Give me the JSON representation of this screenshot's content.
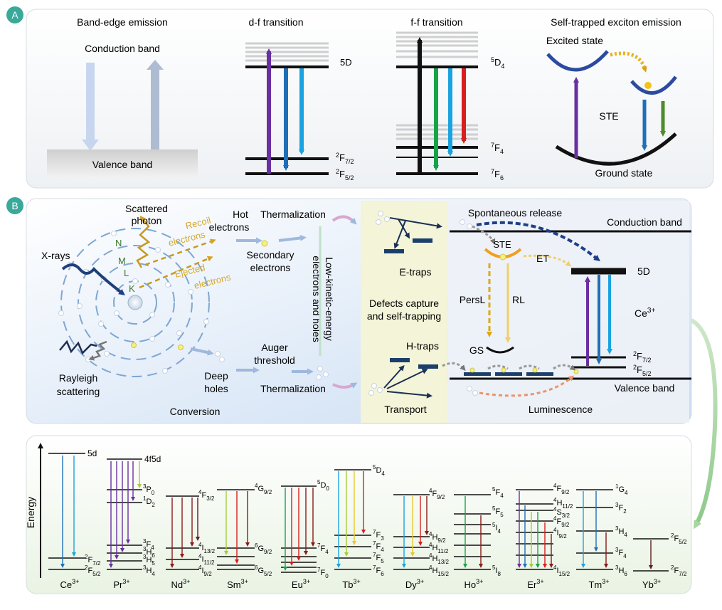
{
  "panel_a": {
    "badge": "A",
    "band_edge": {
      "title": "Band-edge emission",
      "conduction": "Conduction band",
      "valence": "Valence band"
    },
    "df": {
      "title": "d-f transition",
      "level_5d": "5D",
      "f72_main": "F",
      "f72_sup": "2",
      "f72_sub": "7/2",
      "f52_main": "F",
      "f52_sup": "2",
      "f52_sub": "5/2"
    },
    "ff": {
      "title": "f-f transition",
      "d4_main": "D",
      "d4_sup": "5",
      "d4_sub": "4",
      "f4_main": "F",
      "f4_sup": "7",
      "f4_sub": "4",
      "f6_main": "F",
      "f6_sup": "7",
      "f6_sub": "6"
    },
    "ste": {
      "title": "Self-trapped exciton emission",
      "excited": "Excited state",
      "ste": "STE",
      "ground": "Ground state"
    }
  },
  "panel_b": {
    "badge": "B",
    "xrays": "X-rays",
    "scattered_1": "Scattered",
    "scattered_2": "photon",
    "shell_n": "N",
    "shell_m": "M",
    "shell_l": "L",
    "shell_k": "K",
    "recoil_1": "Recoil",
    "recoil_2": "electrons",
    "ejected_1": "Ejected",
    "ejected_2": "electrons",
    "hot_1": "Hot",
    "hot_2": "electrons",
    "thermalization_top": "Thermalization",
    "secondary_1": "Secondary",
    "secondary_2": "electrons",
    "lowkin_1": "Low-kinetic-energy",
    "lowkin_2": "electrons and holes",
    "rayleigh_1": "Rayleigh",
    "rayleigh_2": "scattering",
    "deep_1": "Deep",
    "deep_2": "holes",
    "auger_1": "Auger",
    "auger_2": "threshold",
    "thermalization_bottom": "Thermalization",
    "conversion": "Conversion",
    "etraps": "E-traps",
    "defects_1": "Defects capture",
    "defects_2": "and self-trapping",
    "htraps": "H-traps",
    "transport": "Transport",
    "spontaneous": "Spontaneous release",
    "conduction": "Conduction band",
    "ste": "STE",
    "et": "ET",
    "persl": "PersL",
    "rl": "RL",
    "gs": "GS",
    "level_5d": "5D",
    "ce": "Ce",
    "ce_sup": "3+",
    "f72_main": "F",
    "f72_sup": "2",
    "f72_sub": "7/2",
    "f52_main": "F",
    "f52_sup": "2",
    "f52_sub": "5/2",
    "valence": "Valence band",
    "luminescence": "Luminescence"
  },
  "panel_c": {
    "axis_label": "Energy",
    "ions": [
      {
        "name": "Ce",
        "charge": "3+"
      },
      {
        "name": "Pr",
        "charge": "3+"
      },
      {
        "name": "Nd",
        "charge": "3+"
      },
      {
        "name": "Sm",
        "charge": "3+"
      },
      {
        "name": "Eu",
        "charge": "3+"
      },
      {
        "name": "Tb",
        "charge": "3+"
      },
      {
        "name": "Dy",
        "charge": "3+"
      },
      {
        "name": "Ho",
        "charge": "3+"
      },
      {
        "name": "Er",
        "charge": "3+"
      },
      {
        "name": "Tm",
        "charge": "3+"
      },
      {
        "name": "Yb",
        "charge": "3+"
      }
    ],
    "labels": {
      "ce_5d": "5d",
      "ce_f72": {
        "sup": "2",
        "main": "F",
        "sub": "7/2"
      },
      "ce_f52": {
        "sup": "2",
        "main": "F",
        "sub": "5/2"
      },
      "pr_4f5d": "4f5d",
      "pr_p0": {
        "sup": "3",
        "main": "P",
        "sub": "0"
      },
      "pr_d2": {
        "sup": "1",
        "main": "D",
        "sub": "2"
      },
      "pr_f4": {
        "sup": "3",
        "main": "F",
        "sub": "4"
      },
      "pr_h6": {
        "sup": "3",
        "main": "H",
        "sub": "6"
      },
      "pr_h5": {
        "sup": "3",
        "main": "H",
        "sub": "5"
      },
      "pr_h4": {
        "sup": "3",
        "main": "H",
        "sub": "4"
      },
      "nd_f32": {
        "sup": "4",
        "main": "F",
        "sub": "3/2"
      },
      "nd_i132": {
        "sup": "4",
        "main": "I",
        "sub": "13/2"
      },
      "nd_i112": {
        "sup": "4",
        "main": "I",
        "sub": "11/2"
      },
      "nd_i92": {
        "sup": "4",
        "main": "I",
        "sub": "9/2"
      },
      "sm_g92": {
        "sup": "4",
        "main": "G",
        "sub": "9/2"
      },
      "sm_g92b": {
        "sup": "6",
        "main": "G",
        "sub": "9/2"
      },
      "sm_g52": {
        "sup": "6",
        "main": "G",
        "sub": "5/2"
      },
      "eu_d0": {
        "sup": "5",
        "main": "D",
        "sub": "0"
      },
      "eu_f4": {
        "sup": "7",
        "main": "F",
        "sub": "4"
      },
      "eu_f0": {
        "sup": "7",
        "main": "F",
        "sub": "0"
      },
      "tb_d4": {
        "sup": "5",
        "main": "D",
        "sub": "4"
      },
      "tb_f3": {
        "sup": "7",
        "main": "F",
        "sub": "3"
      },
      "tb_f4": {
        "sup": "7",
        "main": "F",
        "sub": "4"
      },
      "tb_f5": {
        "sup": "7",
        "main": "F",
        "sub": "5"
      },
      "tb_f6": {
        "sup": "7",
        "main": "F",
        "sub": "6"
      },
      "dy_f92": {
        "sup": "4",
        "main": "F",
        "sub": "9/2"
      },
      "dy_h92": {
        "sup": "4",
        "main": "H",
        "sub": "9/2"
      },
      "dy_h112": {
        "sup": "4",
        "main": "H",
        "sub": "11/2"
      },
      "dy_h132": {
        "sup": "4",
        "main": "H",
        "sub": "13/2"
      },
      "dy_h152": {
        "sup": "4",
        "main": "H",
        "sub": "15/2"
      },
      "ho_f4": {
        "sup": "5",
        "main": "F",
        "sub": "4"
      },
      "ho_f5": {
        "sup": "5",
        "main": "F",
        "sub": "5"
      },
      "ho_i4": {
        "sup": "5",
        "main": "I",
        "sub": "4"
      },
      "ho_i8": {
        "sup": "5",
        "main": "I",
        "sub": "8"
      },
      "er_f92": {
        "sup": "4",
        "main": "F",
        "sub": "9/2"
      },
      "er_h112": {
        "sup": "4",
        "main": "H",
        "sub": "11/2"
      },
      "er_s32": {
        "sup": "4",
        "main": "S",
        "sub": "3/2"
      },
      "er_f92b": {
        "sup": "4",
        "main": "F",
        "sub": "9/2"
      },
      "er_i92": {
        "sup": "4",
        "main": "I",
        "sub": "9/2"
      },
      "er_i152": {
        "sup": "4",
        "main": "I",
        "sub": "15/2"
      },
      "tm_g4": {
        "sup": "1",
        "main": "G",
        "sub": "4"
      },
      "tm_f2": {
        "sup": "3",
        "main": "F",
        "sub": "2"
      },
      "tm_h4": {
        "sup": "3",
        "main": "H",
        "sub": "4"
      },
      "tm_f4": {
        "sup": "3",
        "main": "F",
        "sub": "4"
      },
      "tm_h6": {
        "sup": "3",
        "main": "H",
        "sub": "6"
      },
      "yb_f52": {
        "sup": "2",
        "main": "F",
        "sub": "5/2"
      },
      "yb_f72": {
        "sup": "2",
        "main": "F",
        "sub": "7/2"
      }
    }
  },
  "colors": {
    "badge": "#3aa99a",
    "purple": "#6a2fa0",
    "blue": "#1f6fb8",
    "cyan": "#1aa3e0",
    "red": "#d81e1e",
    "green": "#17a34a",
    "yellow": "#e0a614",
    "darkred": "#8b1a1a",
    "lime": "#a6cc3a",
    "olive": "#4f8a2a"
  }
}
